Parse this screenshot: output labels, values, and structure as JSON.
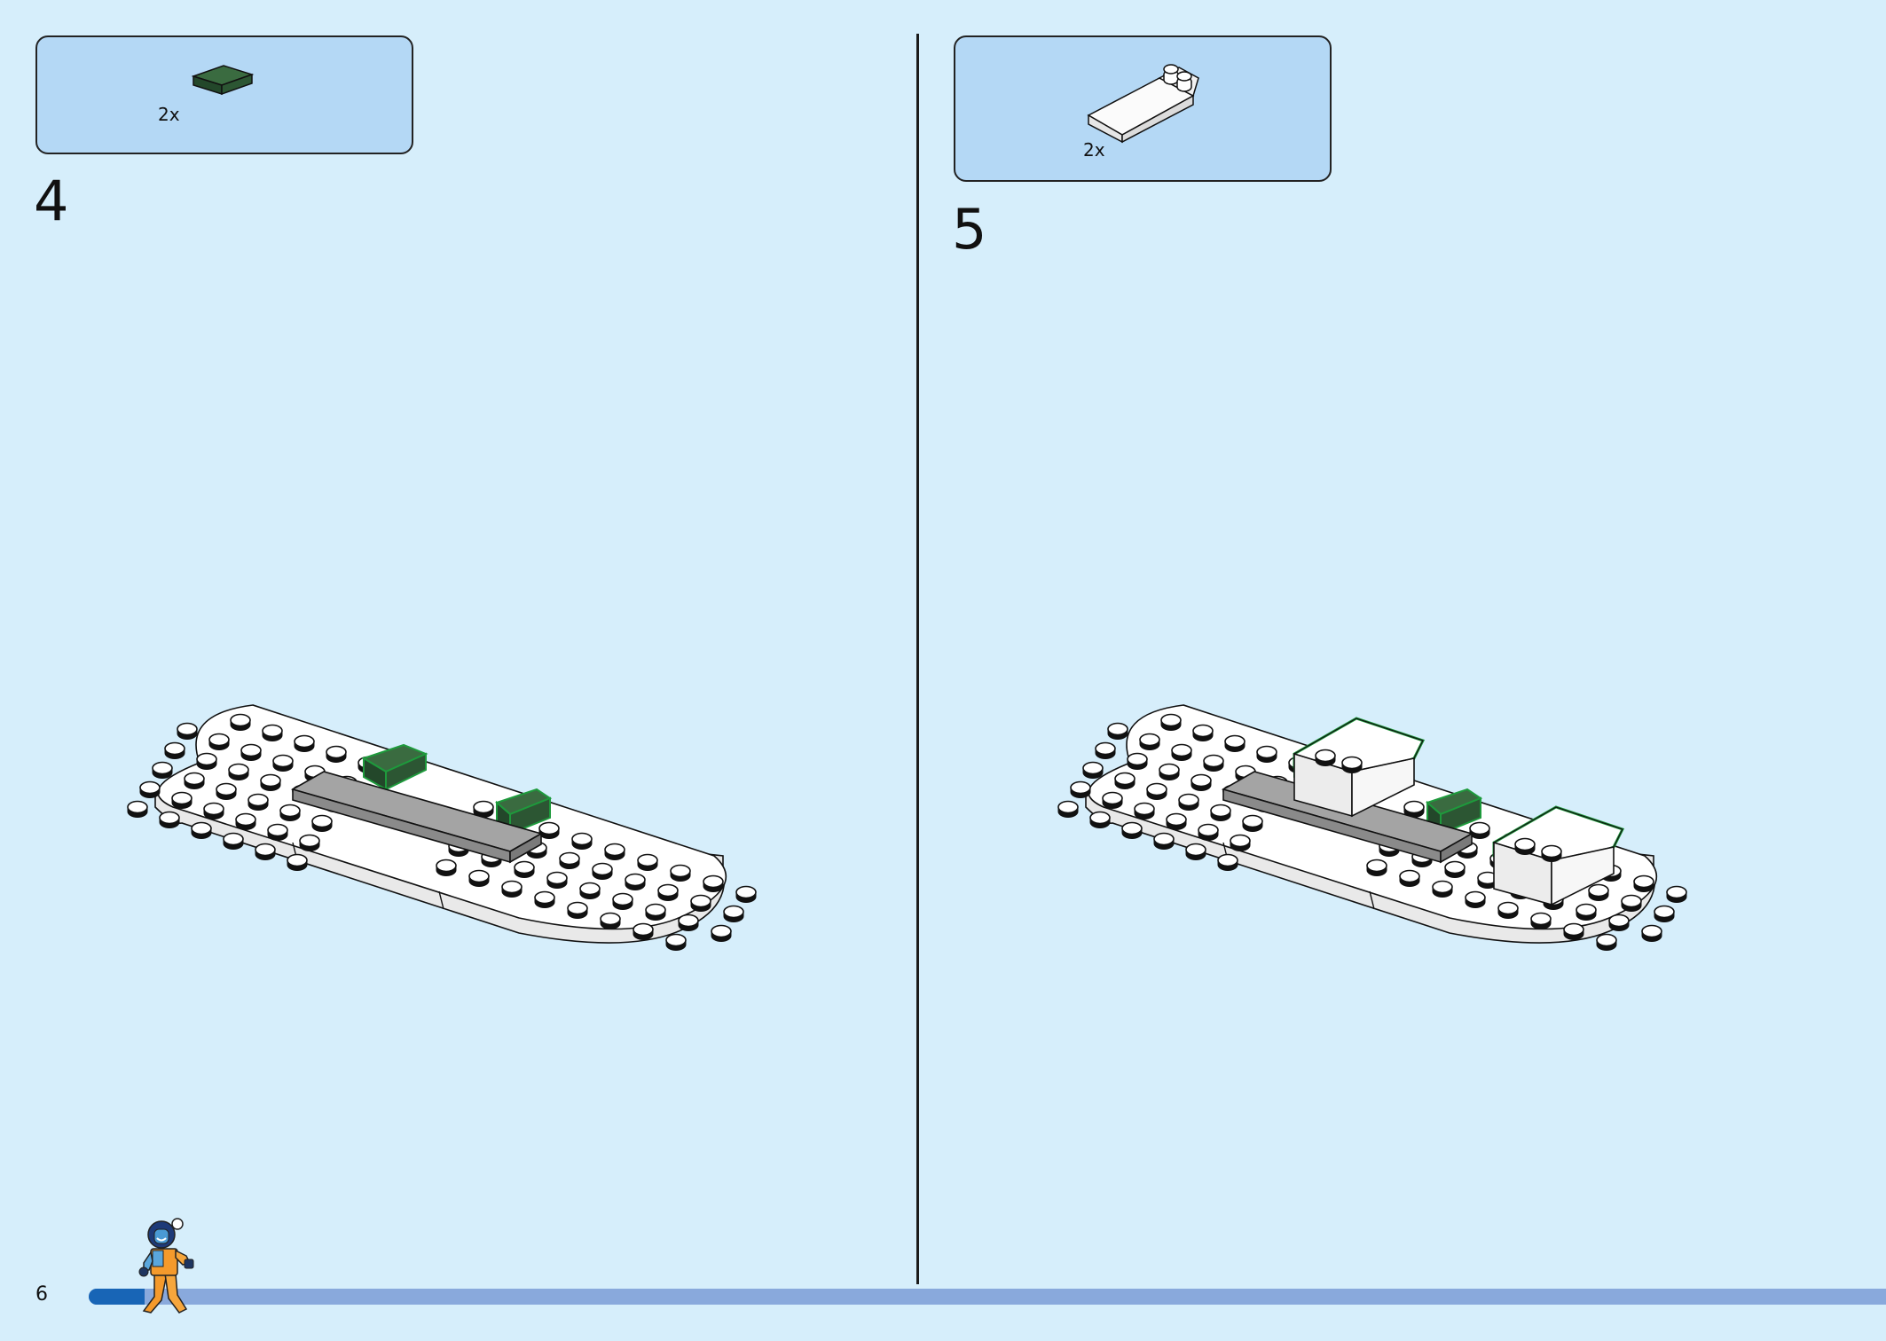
{
  "page": {
    "number": "6",
    "background_color": "#d6eefb",
    "progress": 0.031
  },
  "steps": [
    {
      "number": "4",
      "parts": [
        {
          "quantity": "2x",
          "part": "dark-green-tile-icon",
          "color": "#2e5a34"
        }
      ]
    },
    {
      "number": "5",
      "parts": [
        {
          "quantity": "2x",
          "part": "white-slope-brick-icon",
          "color": "#ffffff"
        }
      ]
    }
  ],
  "colors": {
    "callout_fill": "#b4d8f5",
    "plate_white": "#ffffff",
    "tile_gray": "#a4a4a4",
    "tile_dark_green": "#2e5a34",
    "highlight_green": "#1e9a3c",
    "progress_fill": "#1865b6",
    "progress_track": "#89a9dc"
  }
}
